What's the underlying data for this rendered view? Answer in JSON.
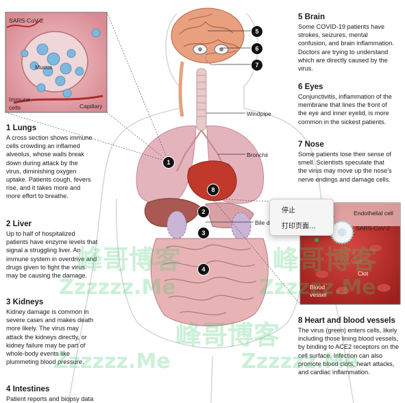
{
  "sections": [
    {
      "heading": "1 Lungs",
      "body": "A cross section shows immune cells crowding an inflamed alveolus, whose walls break down during attack by the virus, diminishing oxygen uptake. Patients cough, fevers rise, and it takes more and more effort to breathe."
    },
    {
      "heading": "2 Liver",
      "body": "Up to half of hospitalized patients have enzyme levels that signal a struggling liver. An immune system in overdrive and drugs given to fight the virus may be causing the damage."
    },
    {
      "heading": "3 Kidneys",
      "body": "Kidney damage is common in severe cases and makes death more likely. The virus may attack the kidneys directly, or kidney failure may be part of whole-body events like plummeting blood pressure."
    },
    {
      "heading": "4 Intestines",
      "body": "Patient reports and biopsy data"
    },
    {
      "heading": "5 Brain",
      "body": "Some COVID-19 patients have strokes, seizures, mental confusion, and brain inflammation. Doctors are trying to understand which are directly caused by the virus."
    },
    {
      "heading": "6 Eyes",
      "body": "Conjunctivitis, inflammation of the membrane that lines the front of the eye and inner eyelid, is more common in the sickest patients."
    },
    {
      "heading": "7 Nose",
      "body": "Some patients lose their sense of smell. Scientists speculate that the virus may move up the nose's nerve endings and damage cells."
    },
    {
      "heading": "8 Heart and blood vessels",
      "body": "The virus (green) enters cells, likely including those lining blood vessels, by binding to ACE2 receptors on the cell surface. Infection can also promote blood clots, heart attacks, and cardiac inflammation."
    }
  ],
  "labels": {
    "sars_lung": "SARS-CoV-2",
    "mucus": "Mucus",
    "immune": "Immune",
    "cells": "cells",
    "capillary": "Capillary",
    "windpipe": "Windpipe",
    "bronchii": "Bronchii",
    "bile": "Bile d",
    "endothelial": "Endothelial cell",
    "sars_vessel": "SARS-CoV-2",
    "clot": "Clot",
    "blood": "Blood",
    "vessel": "vessel"
  },
  "markers": [
    "1",
    "2",
    "3",
    "4",
    "5",
    "6",
    "7",
    "8"
  ],
  "context_menu": {
    "stop": "停止",
    "print": "打印页面..."
  },
  "watermarks": [
    "峰哥博客",
    "Zzzzzz.Me"
  ],
  "colors": {
    "organ_red": "#c0392b",
    "virus_blue": "#7fb8de",
    "virus_green": "#3aa86b",
    "lung_pink": "#e4b4bd"
  }
}
